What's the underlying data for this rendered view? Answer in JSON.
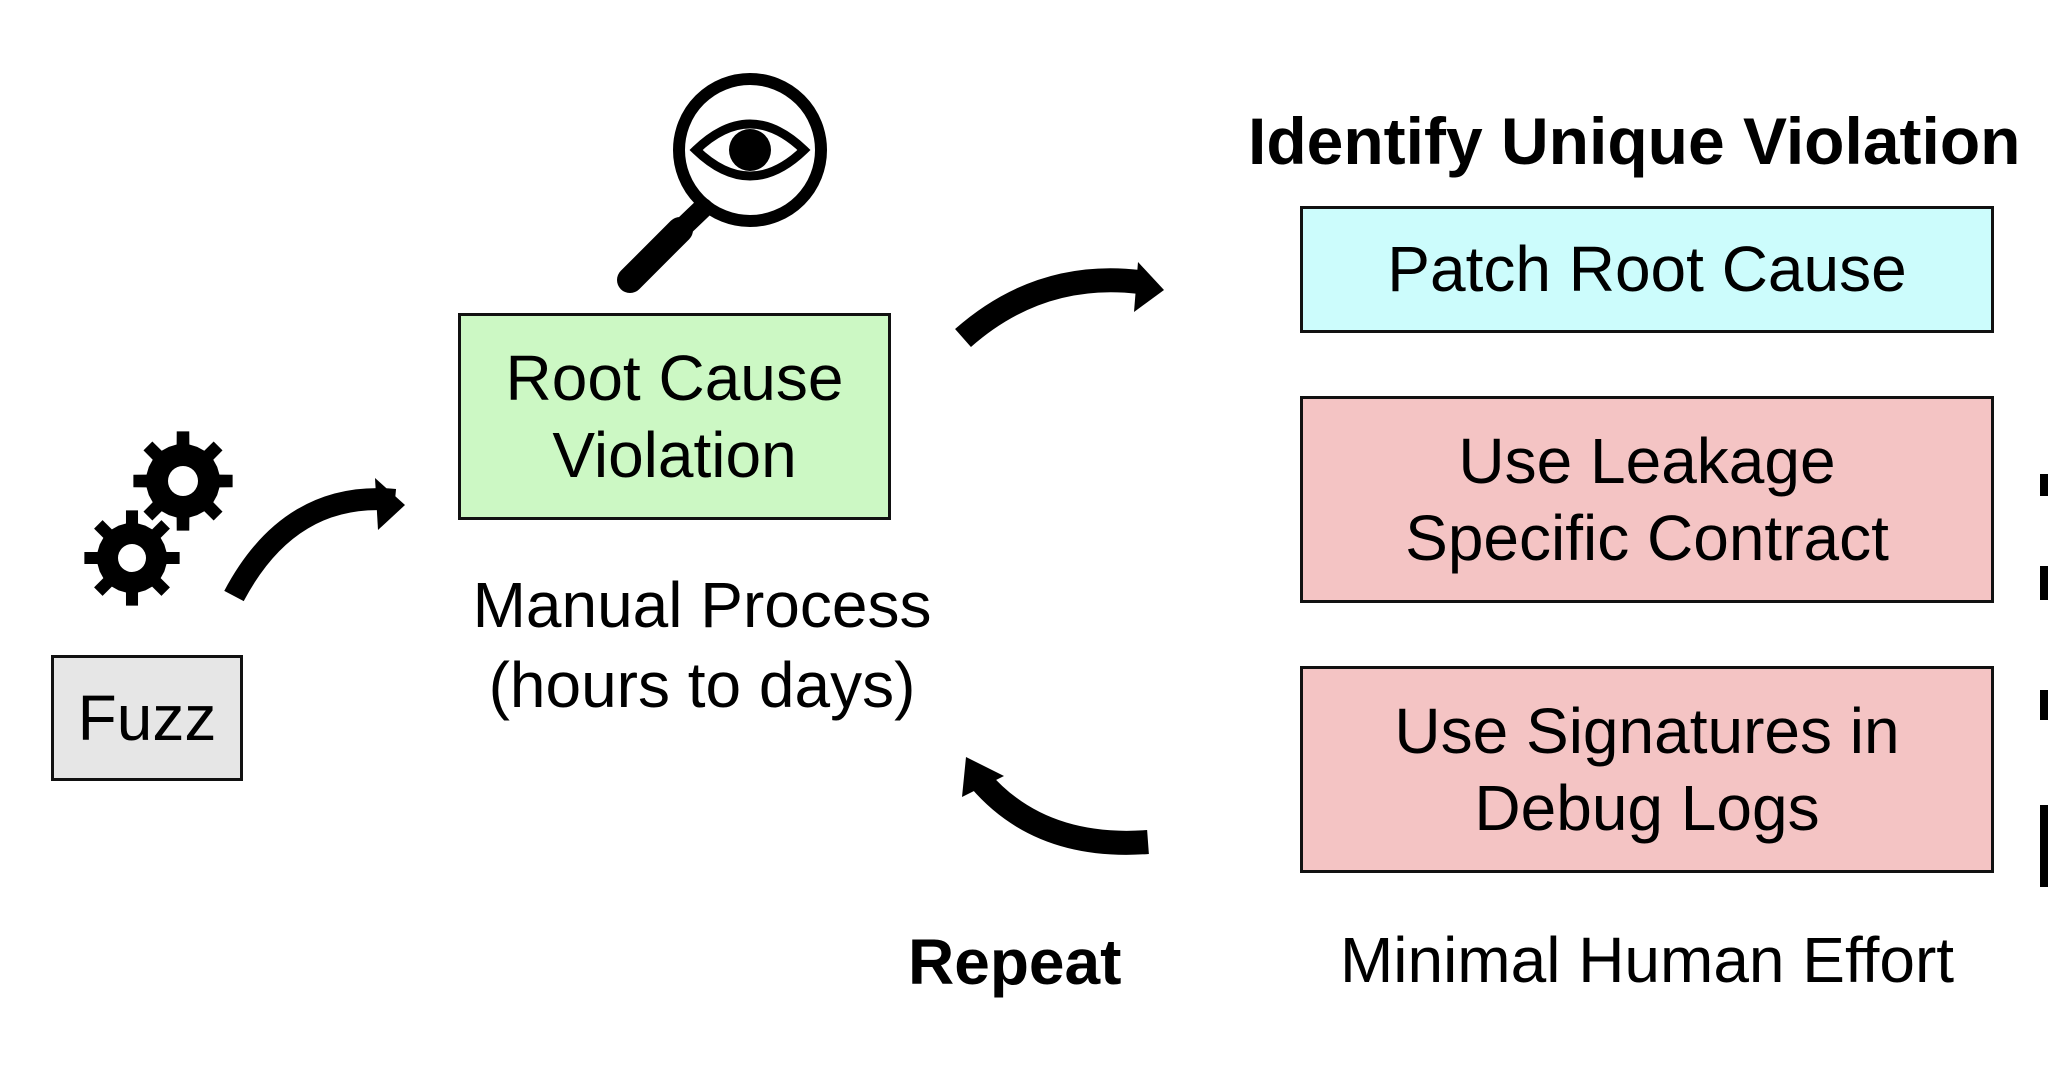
{
  "fuzz": {
    "label": "Fuzz",
    "fill": "#e6e6e6",
    "icon": "gears-icon"
  },
  "root_cause": {
    "lines": [
      "Root Cause",
      "Violation"
    ],
    "fill": "#ccf8c4",
    "icon": "magnifier-eye-icon"
  },
  "manual_process": {
    "lines": [
      "Manual Process",
      "(hours to days)"
    ]
  },
  "identify_title": "Identify Unique Violation",
  "options": [
    {
      "lines": [
        "Patch Root Cause"
      ],
      "fill": "#ccfcfc"
    },
    {
      "lines": [
        "Use Leakage",
        "Specific Contract"
      ],
      "fill": "#f4c4c4"
    },
    {
      "lines": [
        "Use Signatures in",
        "Debug Logs"
      ],
      "fill": "#f4c4c4"
    }
  ],
  "minimal_effort": "Minimal Human Effort",
  "repeat": "Repeat",
  "arrow_color": "#000000"
}
